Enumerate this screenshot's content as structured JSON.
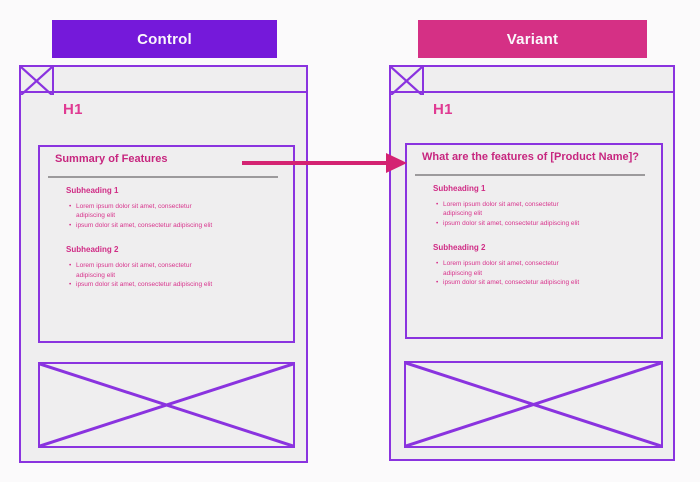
{
  "colors": {
    "control_banner": "#7519DA",
    "variant_banner": "#D53085",
    "wireframe_border": "#8A33DF",
    "wireframe_fill": "#EFEEEF",
    "h1_pink": "#E03A92",
    "heading_pink": "#C7267F",
    "sub_pink": "#D02B85",
    "bullet_pink": "#D8338C",
    "arrow": "#D42372",
    "divider": "#9C9A9C",
    "page_bg": "#FBFAFB",
    "banner_text": "#FAF7FC"
  },
  "icons": {
    "logo_placeholder": "x-box-icon",
    "image_placeholder": "x-box-icon",
    "arrow": "right-arrow-icon"
  },
  "diagram": {
    "control": {
      "banner": "Control",
      "h1": "H1",
      "heading": "Summary of Features",
      "sections": [
        {
          "title": "Subheading 1",
          "bullets": [
            "Lorem ipsum dolor sit amet, consectetur adipiscing elit",
            "ipsum dolor sit amet, consectetur adipiscing elit"
          ]
        },
        {
          "title": "Subheading 2",
          "bullets": [
            "Lorem ipsum dolor sit amet, consectetur adipiscing elit",
            "ipsum dolor sit amet, consectetur adipiscing elit"
          ]
        }
      ]
    },
    "variant": {
      "banner": "Variant",
      "h1": "H1",
      "heading": "What are the features of [Product Name]?",
      "sections": [
        {
          "title": "Subheading 1",
          "bullets": [
            "Lorem ipsum dolor sit amet, consectetur adipiscing elit",
            "ipsum dolor sit amet, consectetur adipiscing elit"
          ]
        },
        {
          "title": "Subheading 2",
          "bullets": [
            "Lorem ipsum dolor sit amet, consectetur adipiscing elit",
            "ipsum dolor sit amet, consectetur adipiscing elit"
          ]
        }
      ]
    }
  }
}
